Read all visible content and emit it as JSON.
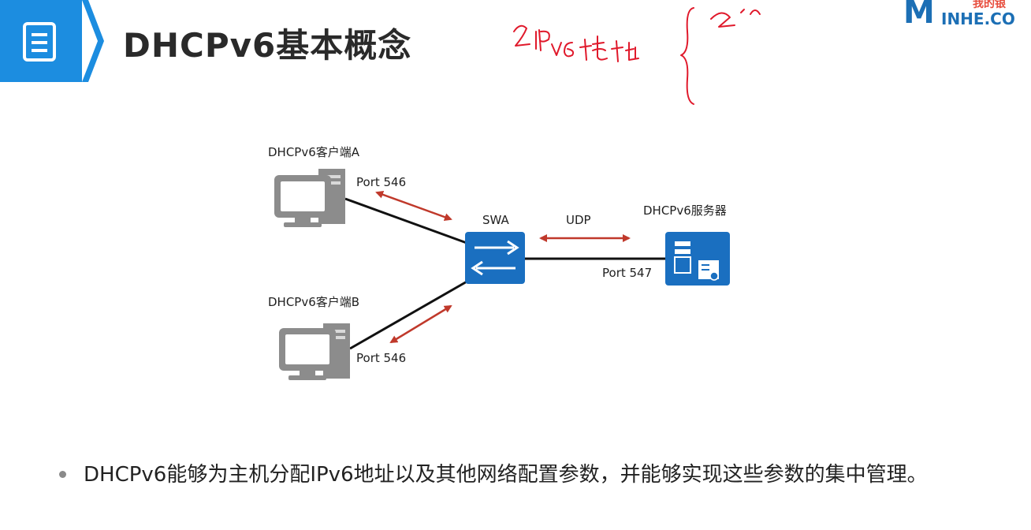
{
  "header": {
    "title": "DHCPv6基本概念",
    "accent_color": "#1c8de0",
    "icon": "document-list-icon",
    "logo": {
      "mark": "M",
      "text": "INHE.CO",
      "top_text": "我的银"
    }
  },
  "handwriting": {
    "note": "2个ipv6地址"
  },
  "diagram": {
    "client_a": {
      "label": "DHCPv6客户端A",
      "port": "Port 546"
    },
    "client_b": {
      "label": "DHCPv6客户端B",
      "port": "Port 546"
    },
    "switch": {
      "label": "SWA"
    },
    "server": {
      "label": "DHCPv6服务器",
      "port": "Port 547"
    },
    "protocol": "UDP",
    "arrow_color": "#c0392b",
    "device_color": "#1a6fc0"
  },
  "bullets": [
    "DHCPv6能够为主机分配IPv6地址以及其他网络配置参数，并能够实现这些参数的集中管理。"
  ]
}
